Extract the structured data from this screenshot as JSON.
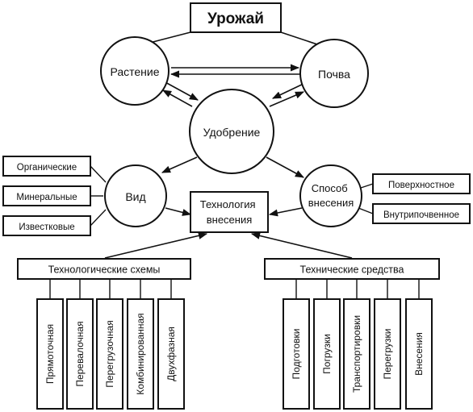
{
  "title": "Урожай",
  "nodes": {
    "plant": "Растение",
    "soil": "Почва",
    "fertilizer": "Удобрение",
    "type": "Вид",
    "method": "Способ внесения",
    "method_line1": "Способ",
    "method_line2": "внесения",
    "technology_line1": "Технология",
    "technology_line2": "внесения"
  },
  "fertilizer_types": [
    "Органические",
    "Минеральные",
    "Известковые"
  ],
  "application_methods": [
    "Поверхностное",
    "Внутрипочвенное"
  ],
  "tech_schemes": {
    "label": "Технологические схемы",
    "items": [
      "Прямоточная",
      "Перевалочная",
      "Перегрузочная",
      "Комбинированная",
      "Двухфазная"
    ]
  },
  "tech_means": {
    "label": "Технические средства",
    "items": [
      "Подготовки",
      "Погрузки",
      "Транспортировки",
      "Перегрузки",
      "Внесения"
    ]
  }
}
